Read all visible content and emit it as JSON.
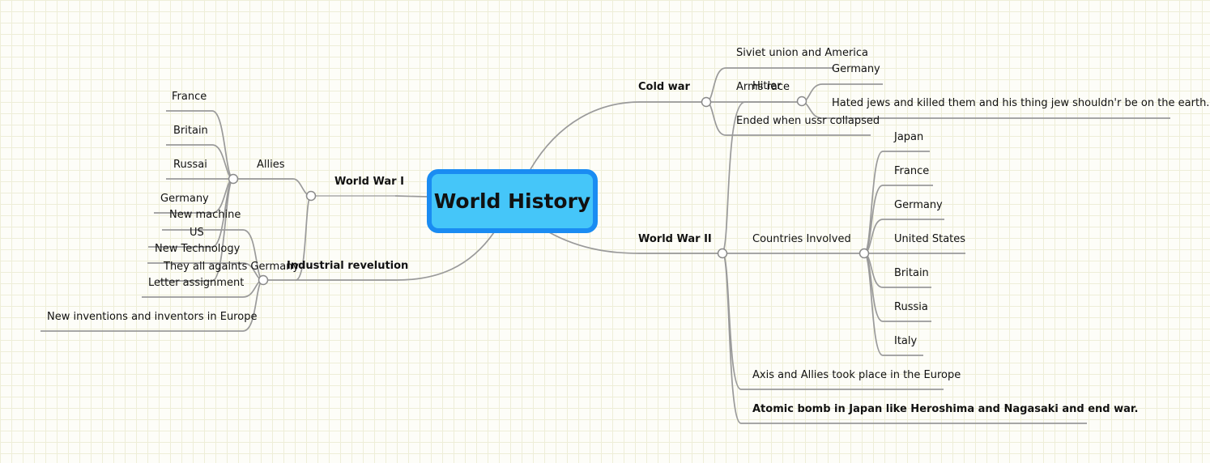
{
  "root": {
    "title": "World History"
  },
  "world_war_1": {
    "label": "World War I",
    "allies": {
      "label": "Allies",
      "countries": [
        "France",
        "Britain",
        "Russai",
        "Germany",
        "US",
        "They all againts Germany"
      ]
    }
  },
  "industrial_revolution": {
    "label": "Industrial revelution",
    "items": [
      "New machine",
      "New Technology",
      "Letter assignment",
      "New inventions and inventors in Europe"
    ]
  },
  "cold_war": {
    "label": "Cold war",
    "items": [
      "Siviet union and America",
      "Arms race",
      "Ended when ussr collapsed"
    ]
  },
  "world_war_2": {
    "label": "World War II",
    "hitler": {
      "label": "Hitler",
      "items": [
        "Germany",
        "Hated jews and killed them and his thing jew shouldn'r be on the earth."
      ]
    },
    "countries_involved": {
      "label": "Countries Involved",
      "countries": [
        "Japan",
        "France",
        "Germany",
        "United States",
        "Britain",
        "Russia",
        "Italy"
      ]
    },
    "axis_allies": "Axis and Allies took place in the Europe",
    "atomic_bomb": "Atomic bomb in Japan like Heroshima and Nagasaki and end war."
  }
}
